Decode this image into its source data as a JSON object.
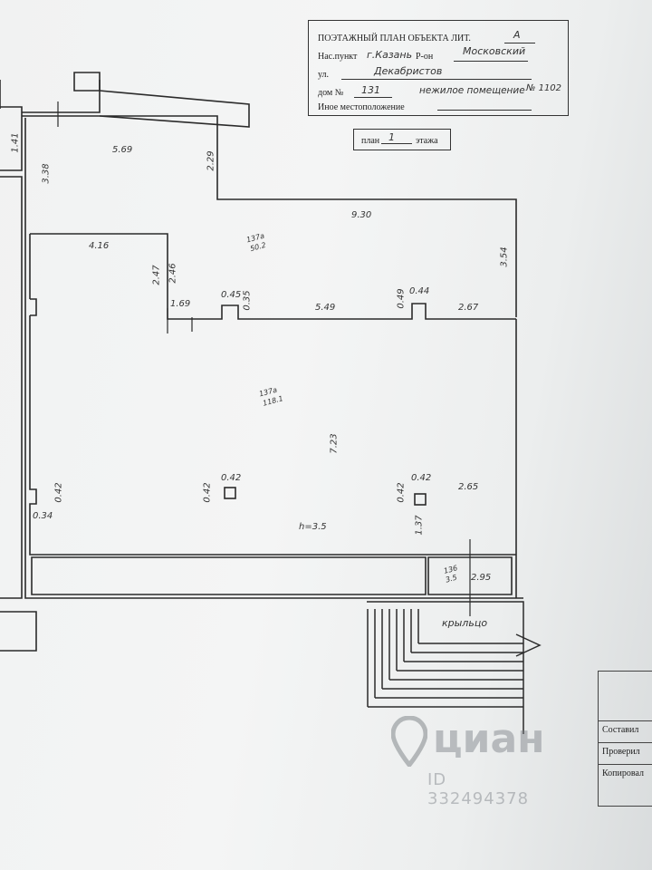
{
  "header": {
    "title": "ПОЭТАЖНЫЙ ПЛАН ОБЪЕКТА ЛИТ.",
    "lit_value": "А",
    "settlement_label": "Нас.пункт",
    "settlement_value": "г.Казань",
    "district_label": "Р-он",
    "district_value": "Московский",
    "street_label": "ул.",
    "street_value": "Декабристов",
    "house_label": "дом №",
    "house_value": "131",
    "premises_label": "нежилое помещение",
    "premises_value": "№ 1102",
    "other_label": "Иное местоположение"
  },
  "floor_label": {
    "prefix": "план",
    "value": "1",
    "suffix": "этажа"
  },
  "dimensions": {
    "d569": "5.69",
    "d229": "2.29",
    "d338": "3.38",
    "d141": "1.41",
    "d930": "9.30",
    "d416": "4.16",
    "d247": "2.47",
    "d246": "2.46",
    "d354": "3.54",
    "d169": "1.69",
    "d045": "0.45",
    "d035": "0.35",
    "d549": "5.49",
    "d049": "0.49",
    "d044": "0.44",
    "d267": "2.67",
    "d723": "7.23",
    "d042a": "0.42",
    "d042b": "0.42",
    "d042c": "0.42",
    "d042d": "0.42",
    "d042e": "0.42",
    "d034": "0.34",
    "d265": "2.65",
    "d137": "1.37",
    "h": "h=3.5",
    "d295": "2.95"
  },
  "rooms": {
    "r1_id": "137а",
    "r1_area": "50.2",
    "r2_id": "137а",
    "r2_area": "118.1",
    "r3_id": "136",
    "r3_area": "3.5"
  },
  "porch_label": "крыльцо",
  "stamp": {
    "composed": "Составил",
    "checked": "Проверил",
    "copied": "Копировал"
  },
  "watermark": {
    "brand": "циан",
    "id": "ID 332494378"
  }
}
